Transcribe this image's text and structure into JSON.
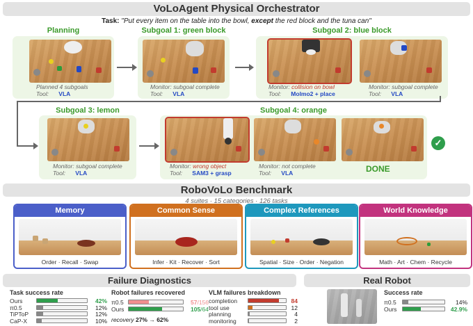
{
  "header": {
    "title": "VoLoAgent Physical Orchestrator",
    "task_label": "Task:",
    "task_pre": "\"Put every item on the table into the bowl, ",
    "task_emph": "except",
    "task_post": " the red block and the tuna can\""
  },
  "row1": {
    "planning": {
      "title": "Planning",
      "line1": "Planned 4 subgoals",
      "tool_label": "Tool:",
      "tool": "VLA"
    },
    "sg1": {
      "title": "Subgoal 1: green block",
      "monitor_label": "Monitor:",
      "monitor": "subgoal complete",
      "tool_label": "Tool:",
      "tool": "VLA"
    },
    "sg2": {
      "title": "Subgoal 2: blue block",
      "a": {
        "monitor_label": "Monitor:",
        "monitor": "collision on bowl",
        "tool_label": "Tool:",
        "tool": "Molmo2 + place"
      },
      "b": {
        "monitor_label": "Monitor:",
        "monitor": "subgoal complete",
        "tool_label": "Tool:",
        "tool": "VLA"
      }
    }
  },
  "row2": {
    "sg3": {
      "title": "Subgoal 3: lemon",
      "monitor_label": "Monitor:",
      "monitor": "subgoal complete",
      "tool_label": "Tool:",
      "tool": "VLA"
    },
    "sg4": {
      "title": "Subgoal 4: orange",
      "a": {
        "monitor_label": "Monitor:",
        "monitor": "wrong object",
        "tool_label": "Tool:",
        "tool": "SAM3 + grasp"
      },
      "b": {
        "monitor_label": "Monitor:",
        "monitor": "not complete",
        "tool_label": "Tool:",
        "tool": "VLA"
      },
      "done": "DONE"
    }
  },
  "benchmark": {
    "title": "RoboVoLo Benchmark",
    "subtitle": "4 suites · 15 categories · 126 tasks",
    "categories": [
      {
        "name": "Memory",
        "items": "Order · Recall · Swap",
        "color": "#4b5fc9"
      },
      {
        "name": "Common Sense",
        "items": "Infer · Kit · Recover · Sort",
        "color": "#d0701f"
      },
      {
        "name": "Complex References",
        "items": "Spatial · Size · Order · Negation",
        "color": "#1e98bd"
      },
      {
        "name": "World Knowledge",
        "items": "Math · Art · Chem · Recycle",
        "color": "#c2337e"
      }
    ]
  },
  "diagnostics": {
    "title": "Failure Diagnostics",
    "task_success": {
      "title": "Task success rate",
      "rows": [
        {
          "name": "Ours",
          "value": "42%",
          "frac": 0.42,
          "color": "#2f9e4c"
        },
        {
          "name": "π0.5",
          "value": "12%",
          "frac": 0.12,
          "color": "#888888"
        },
        {
          "name": "TiPToP",
          "value": "12%",
          "frac": 0.12,
          "color": "#888888"
        },
        {
          "name": "CaP-X",
          "value": "10%",
          "frac": 0.1,
          "color": "#888888"
        }
      ]
    },
    "recovered": {
      "title": "Robot failures recovered",
      "rows": [
        {
          "name": "π0.5",
          "num": "57",
          "den": "/156",
          "frac": 0.37,
          "color": "#f08f8f"
        },
        {
          "name": "Ours",
          "num": "105",
          "den": "/64",
          "frac": 0.62,
          "color": "#2f9e4c"
        }
      ],
      "recovery_label": "recovery",
      "recovery_value": "27% → 62%"
    },
    "vlm": {
      "title": "VLM failures breakdown",
      "rows": [
        {
          "name": "completion",
          "value": "84",
          "frac": 0.82,
          "color": "#c23b2e"
        },
        {
          "name": "tool use",
          "value": "12",
          "frac": 0.12,
          "color": "#d0701f"
        },
        {
          "name": "planning",
          "value": "4",
          "frac": 0.04,
          "color": "#888888"
        },
        {
          "name": "monitoring",
          "value": "2",
          "frac": 0.02,
          "color": "#888888"
        }
      ]
    }
  },
  "real_robot": {
    "title": "Real Robot",
    "success_title": "Success rate",
    "rows": [
      {
        "name": "π0.5",
        "value": "14%",
        "frac": 0.14,
        "color": "#888888"
      },
      {
        "name": "Ours",
        "value": "42.9%",
        "frac": 0.429,
        "color": "#2f9e4c"
      }
    ]
  }
}
